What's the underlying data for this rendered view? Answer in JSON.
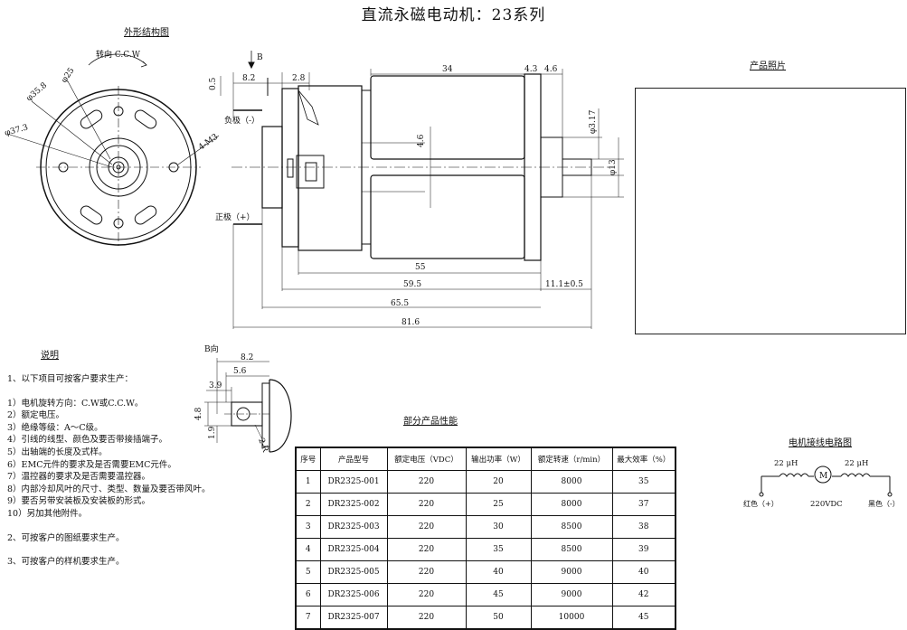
{
  "title": "直流永磁电动机：23系列",
  "sections": {
    "outline": "外形结构图",
    "photo": "产品照片",
    "notes": "说明",
    "performance": "部分产品性能",
    "wiring": "电机接线电路图"
  },
  "front_view": {
    "rotation": "转向 C.C.W",
    "dims": [
      "φ25",
      "φ35.8",
      "φ37.3",
      "4-M3"
    ]
  },
  "side_view": {
    "view_b": "B",
    "neg": "负极（-）",
    "pos": "正极（+）",
    "dims": {
      "d05": "0.5",
      "d82": "8.2",
      "d28": "2.8",
      "d34": "34",
      "d43": "4.3",
      "d46": "4.6",
      "d46v": "4.6",
      "d317": "φ3.17",
      "d13": "φ13",
      "d55": "55",
      "d595": "59.5",
      "d111": "11.1±0.5",
      "d655": "65.5",
      "d816": "81.6"
    }
  },
  "b_view": {
    "label": "B向",
    "dims": {
      "d82": "8.2",
      "d56": "5.6",
      "d39": "3.9",
      "d48": "4.8",
      "d19": "1.9",
      "r": "2-R"
    }
  },
  "notes": [
    "1、以下项目可按客户要求生产：",
    "",
    "1）电机旋转方向：C.W或C.C.W。",
    "2）额定电压。",
    "3）绝缘等级：A～C级。",
    "4）引线的线型、颜色及要否带接插端子。",
    "5）出轴端的长度及式样。",
    "6）EMC元件的要求及是否需要EMC元件。",
    "7）温控器的要求及是否需要温控器。",
    "8）内部冷却风叶的尺寸、类型、数量及要否带风叶。",
    "9）要否另带安装板及安装板的形式。",
    "10）另加其他附件。",
    "",
    "2、可按客户的图纸要求生产。",
    "",
    "3、可按客户的样机要求生产。"
  ],
  "table": {
    "headers": [
      "序号",
      "产品型号",
      "额定电压（VDC）",
      "输出功率（W）",
      "额定转速（r/min）",
      "最大效率（%）"
    ],
    "rows": [
      [
        "1",
        "DR2325-001",
        "220",
        "20",
        "8000",
        "35"
      ],
      [
        "2",
        "DR2325-002",
        "220",
        "25",
        "8000",
        "37"
      ],
      [
        "3",
        "DR2325-003",
        "220",
        "30",
        "8500",
        "38"
      ],
      [
        "4",
        "DR2325-004",
        "220",
        "35",
        "8500",
        "39"
      ],
      [
        "5",
        "DR2325-005",
        "220",
        "40",
        "9000",
        "40"
      ],
      [
        "6",
        "DR2325-006",
        "220",
        "45",
        "9000",
        "42"
      ],
      [
        "7",
        "DR2325-007",
        "220",
        "50",
        "10000",
        "45"
      ]
    ]
  },
  "wiring": {
    "l1": "22 μH",
    "l2": "22 μH",
    "motor": "M",
    "voltage": "220VDC",
    "red": "红色（+）",
    "black": "黑色（-）"
  }
}
